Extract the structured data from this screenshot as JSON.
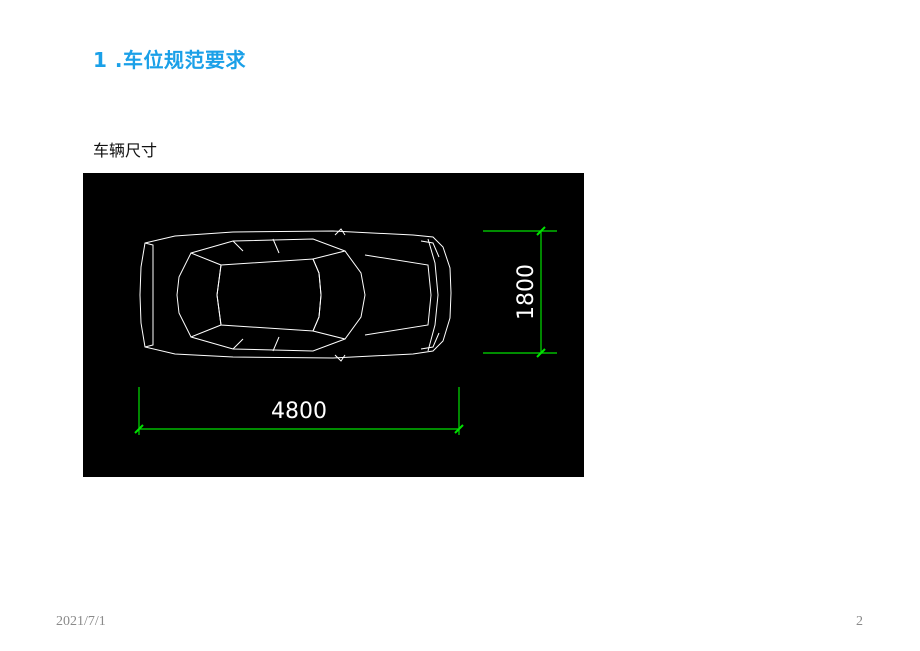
{
  "slide": {
    "title": "1 .车位规范要求",
    "subtitle": "车辆尺寸",
    "footer_date": "2021/7/1",
    "page_number": "2"
  },
  "drawing": {
    "length_label": "4800",
    "width_label": "1800",
    "background_color": "#000000",
    "line_color": "#ffffff",
    "dimension_color": "#00e000"
  }
}
